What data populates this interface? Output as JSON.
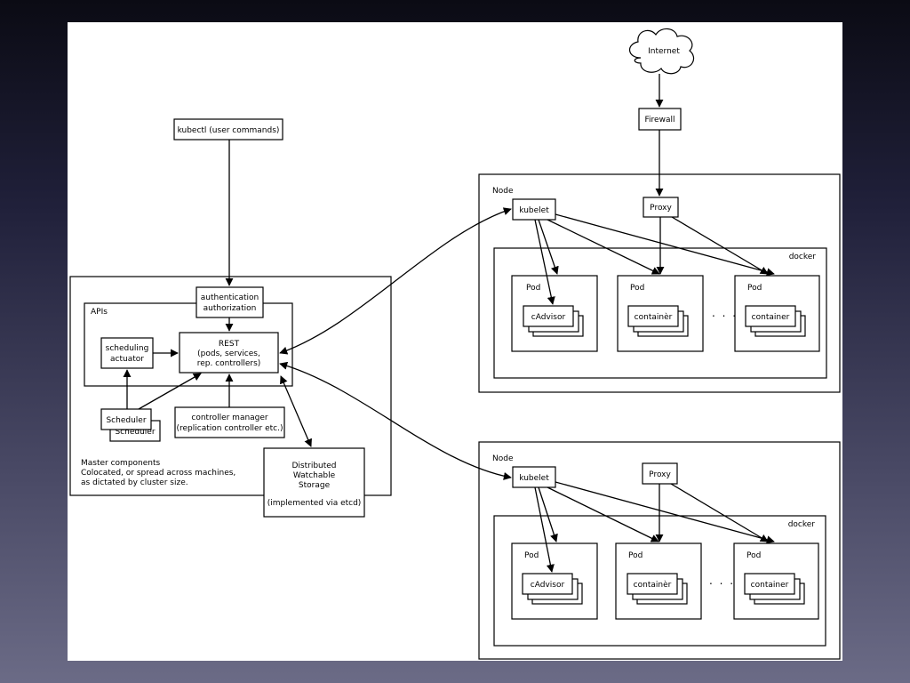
{
  "diagram": {
    "internet": "Internet",
    "firewall": "Firewall",
    "kubectl": "kubectl (user commands)",
    "auth_line1": "authentication",
    "auth_line2": "authorization",
    "apis": "APIs",
    "rest_line1": "REST",
    "rest_line2": "(pods, services,",
    "rest_line3": "rep. controllers)",
    "sched_act_line1": "scheduling",
    "sched_act_line2": "actuator",
    "scheduler": "Scheduler",
    "ctrl_mgr_line1": "controller manager",
    "ctrl_mgr_line2": "(replication controller etc.)",
    "master_line1": "Master components",
    "master_line2": "Colocated, or spread across machines,",
    "master_line3": "as dictated by cluster size.",
    "storage_line1": "Distributed",
    "storage_line2": "Watchable",
    "storage_line3": "Storage",
    "storage_line4": "(implemented via etcd)",
    "node": "Node",
    "kubelet": "kubelet",
    "proxy": "Proxy",
    "docker": "docker",
    "pod": "Pod",
    "cadvisor": "cAdvisor",
    "container1": "containèr",
    "container2": "container",
    "ellipsis": ". . ."
  }
}
